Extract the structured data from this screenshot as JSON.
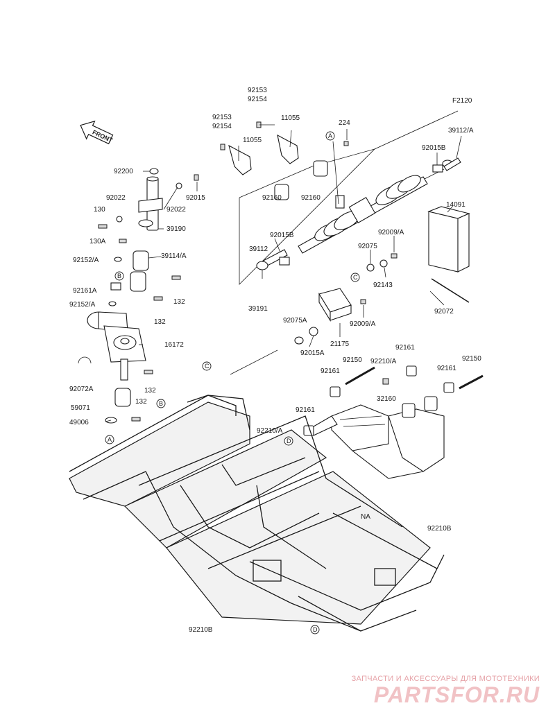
{
  "diagram_code": "F2120",
  "front_arrow_label": "FRONT",
  "part_labels": {
    "l92153a": "92153",
    "l92154a": "92154",
    "l92153b": "92153",
    "l92154b": "92154",
    "l11055a": "11055",
    "l11055b": "11055",
    "l224": "224",
    "l39112a": "39112/A",
    "l92015b_top": "92015B",
    "l14091": "14091",
    "l92160a": "92160",
    "l92160b": "92160",
    "l92015b_mid": "92015B",
    "l39112": "39112",
    "l92009a_top": "92009/A",
    "l92075": "92075",
    "l92143": "92143",
    "l39191": "39191",
    "l92009a_mid": "92009/A",
    "l92072": "92072",
    "l92200": "92200",
    "l92022a": "92022",
    "l92022b": "92022",
    "l92015": "92015",
    "l130": "130",
    "l39190": "39190",
    "l130a": "130A",
    "l92152a_top": "92152/A",
    "l39114a": "39114/A",
    "l92161a": "92161A",
    "l132a": "132",
    "l92152a_mid": "92152/A",
    "l132b": "132",
    "l16172": "16172",
    "l92075a": "92075A",
    "l21175": "21175",
    "l92015a": "92015A",
    "l92072a": "92072A",
    "l132c": "132",
    "l59071": "59071",
    "l132d": "132",
    "l49006": "49006",
    "l92150a": "92150",
    "l92210a_top": "92210/A",
    "l92161_1": "92161",
    "l92161_2": "92161",
    "l92161_3": "92161",
    "l92150b": "92150",
    "l32160": "32160",
    "l92161_4": "92161",
    "l92210a_low": "92210/A",
    "l_na": "NA",
    "l92210b_right": "92210B",
    "l92210b_left": "92210B"
  },
  "reference_markers": {
    "A": "A",
    "B": "B",
    "C": "C",
    "D": "D"
  },
  "watermark": {
    "tagline": "ЗАПЧАСТИ И АКСЕССУАРЫ ДЛЯ МОТОТЕХНИКИ",
    "brand": "PARTSFOR.RU"
  }
}
